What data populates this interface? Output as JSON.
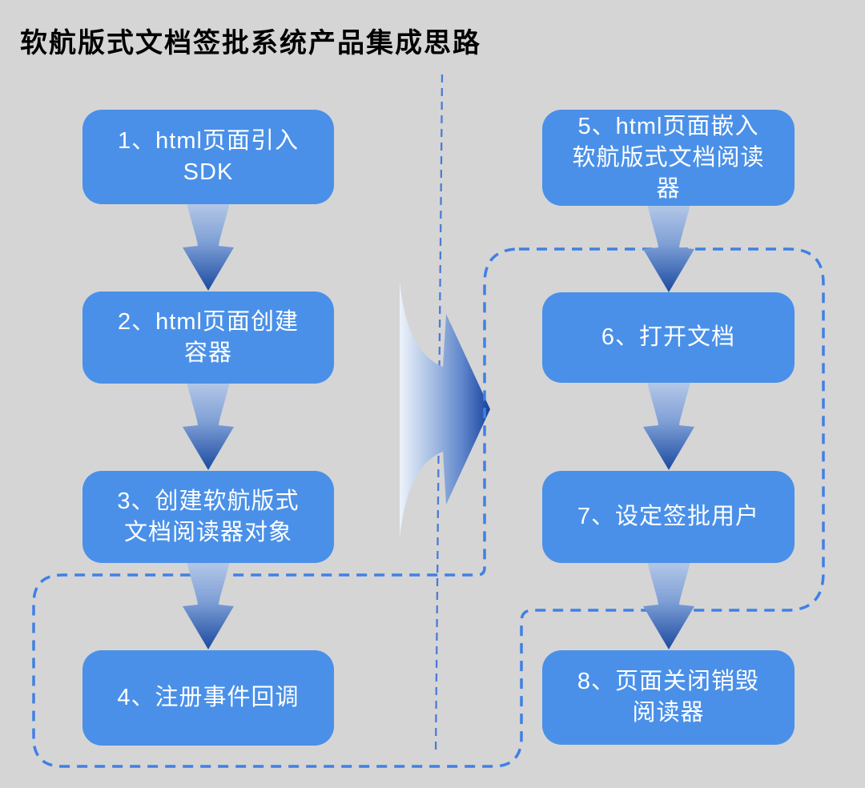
{
  "title": "软航版式文档签批系统产品集成思路",
  "boxes": [
    {
      "step": 1,
      "text": "1、html页面引入\nSDK"
    },
    {
      "step": 2,
      "text": "2、html页面创建\n容器"
    },
    {
      "step": 3,
      "text": "3、创建软航版式\n文档阅读器对象"
    },
    {
      "step": 4,
      "text": "4、注册事件回调"
    },
    {
      "step": 5,
      "text": "5、html页面嵌入\n软航版式文档阅读\n器"
    },
    {
      "step": 6,
      "text": "6、打开文档"
    },
    {
      "step": 7,
      "text": "7、设定签批用户"
    },
    {
      "step": 8,
      "text": "8、页面关闭销毁\n阅读器"
    }
  ],
  "colors": {
    "background": "#d5d5d6",
    "box_fill": "#4a90e8",
    "box_text": "#ffffff",
    "title_text": "#000000",
    "dashed_group_outline": "#4080e4",
    "dashed_divider": "#4c7cd4",
    "arrow_gradient_light": "#b5c8e7",
    "arrow_gradient_dark": "#1b4aa0",
    "chevron_gradient_light": "#edf2fa",
    "chevron_gradient_dark": "#17429d"
  },
  "shapes": {
    "down_arrow_icon": "gradient-block-down-arrow",
    "chevron_icon": "large-gradient-right-chevron",
    "divider_icon": "vertical-dashed-divider-line",
    "group_outline_icon": "rounded-dashed-group-outline"
  }
}
